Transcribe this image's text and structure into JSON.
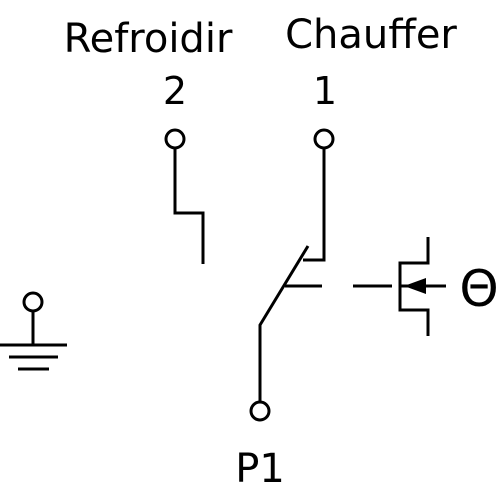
{
  "labels": {
    "cool": "Refroidir",
    "heat": "Chauffer",
    "contact_2": "2",
    "contact_1": "1",
    "common": "P1",
    "theta": "Θ"
  },
  "icons": {
    "ground": "ground-icon",
    "pushbutton_actuator": "pushbutton-actuator-icon",
    "temperature_symbol": "theta-icon"
  },
  "colors": {
    "stroke": "#000000",
    "background": "#ffffff"
  }
}
